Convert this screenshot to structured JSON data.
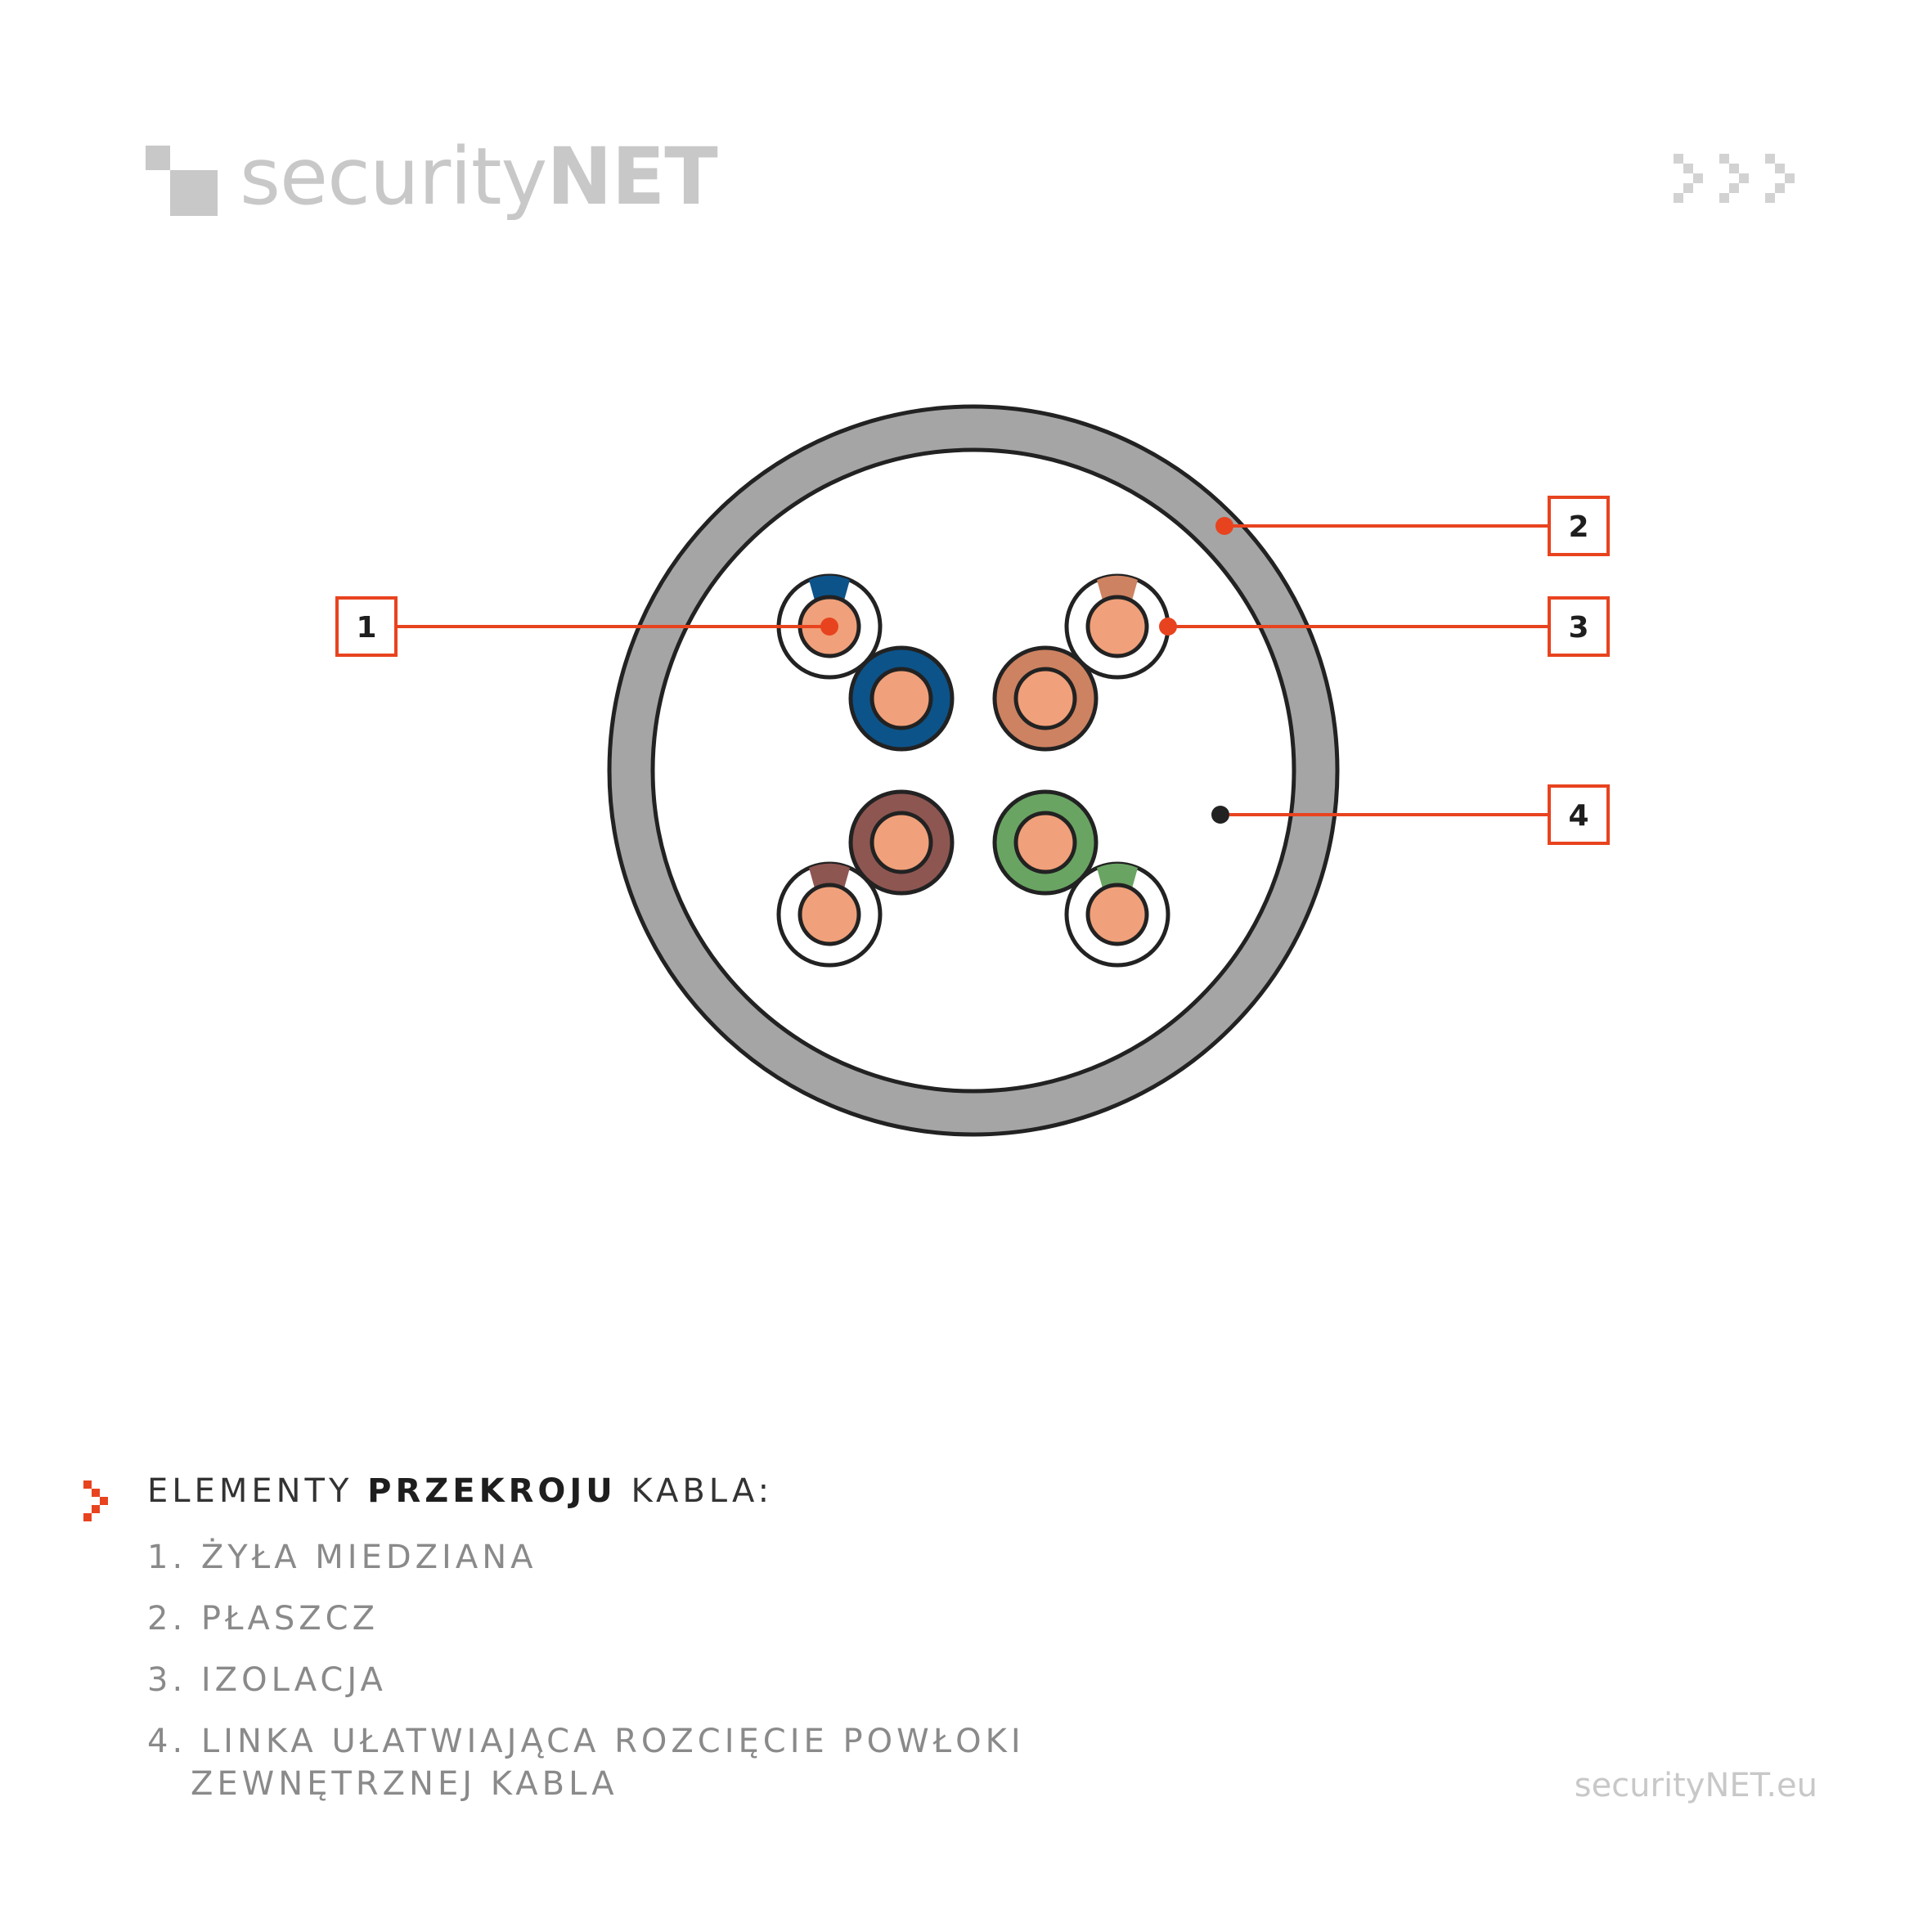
{
  "brand": {
    "name_light": "security",
    "name_bold": "NET"
  },
  "callouts": [
    "1",
    "2",
    "3",
    "4"
  ],
  "legend": {
    "heading_pre": "ELEMENTY ",
    "heading_bold": "PRZEKROJU",
    "heading_post": " KABLA:",
    "items": [
      "1. ŻYŁA MIEDZIANA",
      "2. PŁASZCZ",
      "3. IZOLACJA",
      "4. LINKA UŁATWIAJĄCA ROZCIĘCIE POWŁOKI",
      "ZEWNĘTRZNEJ KABLA"
    ]
  },
  "footer": {
    "url": "securityNET.eu"
  },
  "colors": {
    "accent": "#e8431f",
    "jacket": "#a5a5a5",
    "copper": "#f0a07a",
    "blue": "#0c5389",
    "orange": "#cd8261",
    "brown": "#8e5651",
    "green": "#6aa463",
    "logo_gray": "#c8c8c8"
  }
}
